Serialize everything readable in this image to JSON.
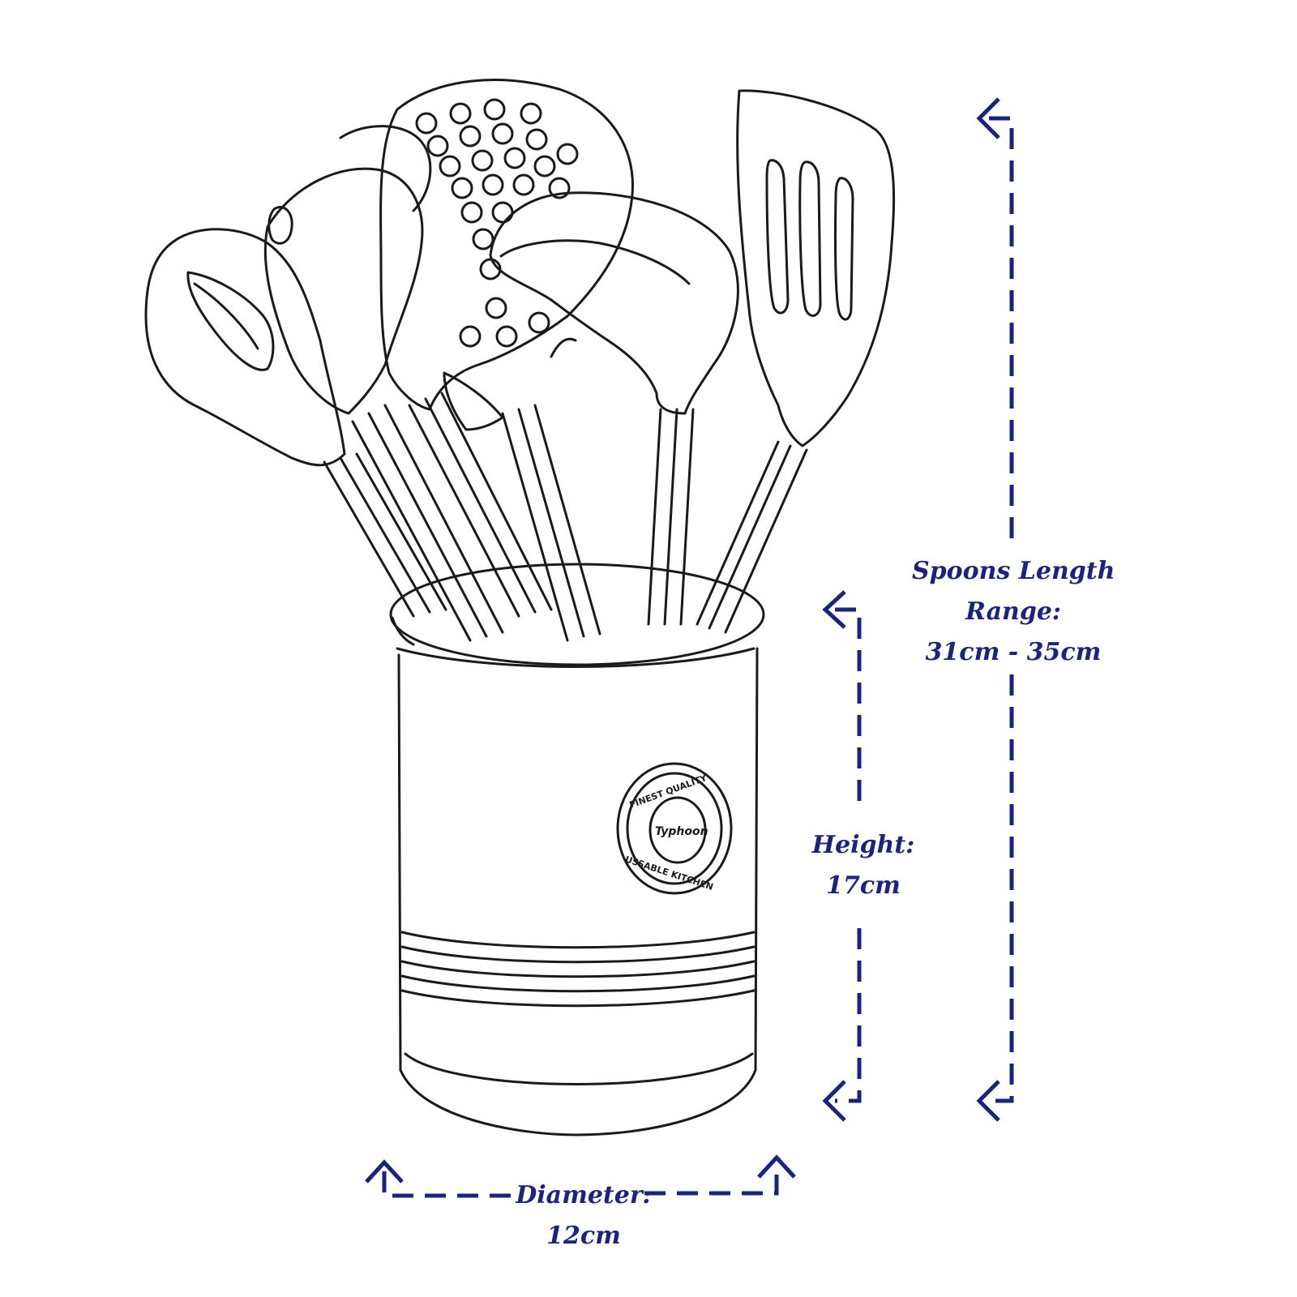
{
  "colors": {
    "annotation": "#1a237e",
    "line_art": "#1a1a1a",
    "background": "#ffffff"
  },
  "illustration": {
    "subject": "utensil-pot-with-kitchen-utensils",
    "badge_text": [
      "FINEST QUALITY",
      "Typhoon",
      "USSABLE KITCHEN"
    ]
  },
  "dimensions": {
    "spoons": {
      "line1": "Spoons Length",
      "line2": "Range:",
      "line3": "31cm - 35cm"
    },
    "height": {
      "line1": "Height:",
      "line2": "17cm"
    },
    "diameter": {
      "line1": "Diameter:",
      "line2": "12cm"
    }
  }
}
